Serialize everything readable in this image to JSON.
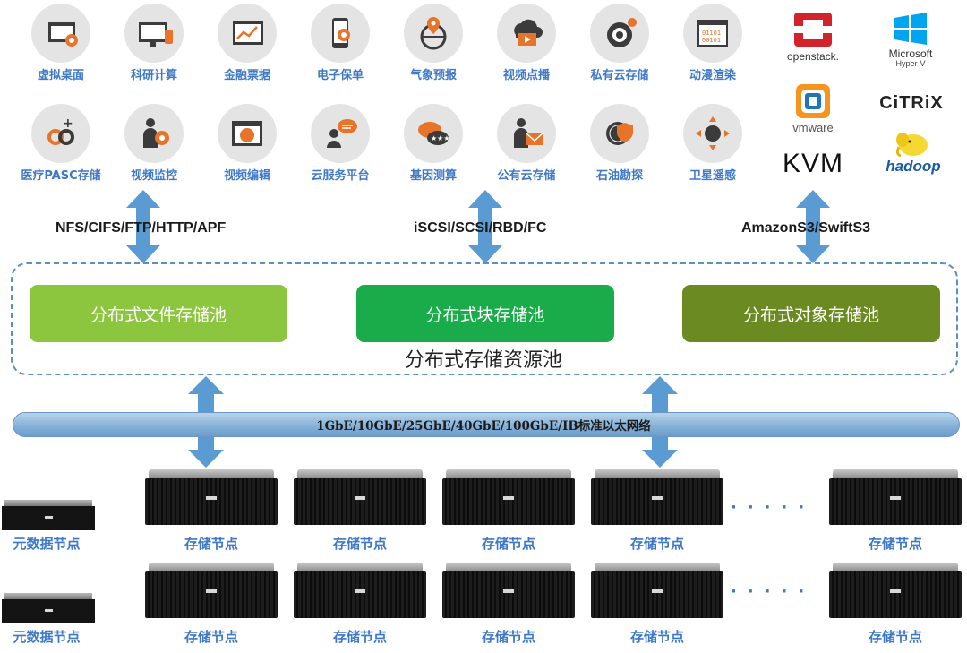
{
  "apps_row1": [
    {
      "label": "虚拟桌面",
      "icon": "virtual-desktop-icon"
    },
    {
      "label": "科研计算",
      "icon": "computer-icon"
    },
    {
      "label": "金融票据",
      "icon": "finance-chart-icon"
    },
    {
      "label": "电子保单",
      "icon": "mobile-gear-icon"
    },
    {
      "label": "气象预报",
      "icon": "globe-pin-icon"
    },
    {
      "label": "视频点播",
      "icon": "cloud-video-icon"
    },
    {
      "label": "私有云存储",
      "icon": "globe-gear-icon"
    },
    {
      "label": "动漫渲染",
      "icon": "binary-window-icon"
    }
  ],
  "apps_row2": [
    {
      "label": "医疗PASC存储",
      "icon": "chain-plus-icon"
    },
    {
      "label": "视频监控",
      "icon": "person-gear-icon"
    },
    {
      "label": "视频编辑",
      "icon": "window-globe-icon"
    },
    {
      "label": "云服务平台",
      "icon": "person-chat-icon"
    },
    {
      "label": "基因测算",
      "icon": "chat-bubbles-icon"
    },
    {
      "label": "公有云存储",
      "icon": "person-mail-icon"
    },
    {
      "label": "石油勘探",
      "icon": "globe-shield-icon"
    },
    {
      "label": "卫星遥感",
      "icon": "globe-arrows-icon"
    }
  ],
  "vendors": {
    "openstack": "openstack.",
    "microsoft_line1": "Microsoft",
    "microsoft_line2": "Hyper-V",
    "vmware": "vmware",
    "citrix": "CiTRiX",
    "kvm": "KVM",
    "hadoop": "hadoop"
  },
  "protocols": {
    "file": "NFS/CIFS/FTP/HTTP/APF",
    "block": "iSCSI/SCSI/RBD/FC",
    "object": "AmazonS3/SwiftS3"
  },
  "pools": {
    "file": "分布式文件存储池",
    "block": "分布式块存储池",
    "object": "分布式对象存储池"
  },
  "resource_pool": "分布式存储资源池",
  "network": "1GbE/10GbE/25GbE/40GbE/100GbE/IB标准以太网络",
  "metadata_node": "元数据节点",
  "storage_node": "存储节点",
  "colors": {
    "label_blue": "#3e78c8",
    "pool_file": "#8cc63f",
    "pool_block": "#1aab4b",
    "pool_object": "#6b8a22",
    "arrow": "#5a9bd4"
  }
}
